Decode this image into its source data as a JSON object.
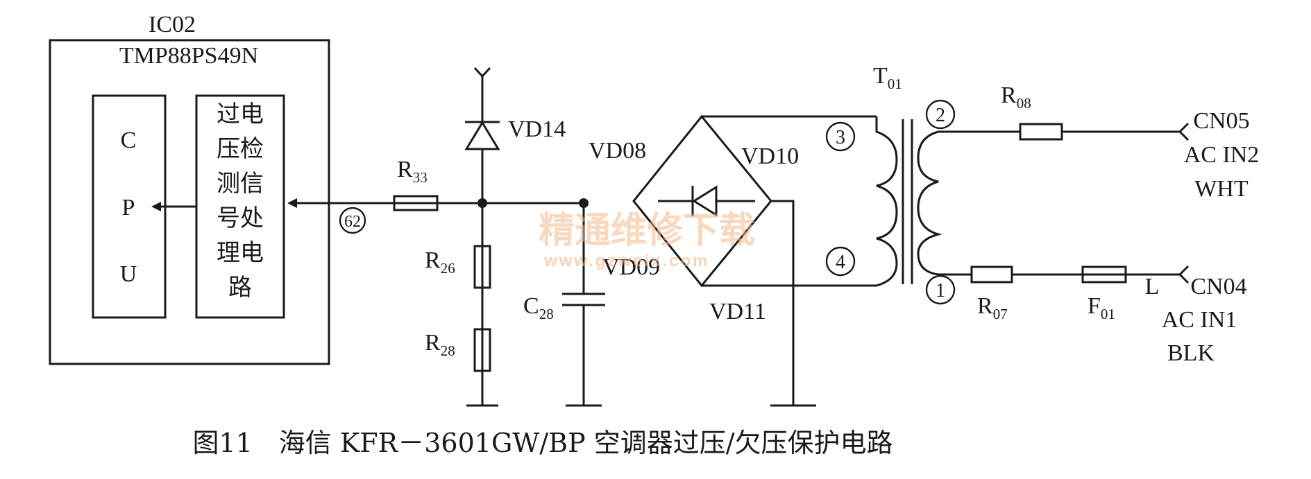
{
  "ic": {
    "ref": "IC02",
    "part": "TMP88PS49N",
    "cpu_letters": [
      "C",
      "P",
      "U"
    ],
    "detector_lines": [
      "过电",
      "压检",
      "测信",
      "号处",
      "理电",
      "路"
    ],
    "pin": "62"
  },
  "components": {
    "r33": {
      "main": "R",
      "sub": "33"
    },
    "r26": {
      "main": "R",
      "sub": "26"
    },
    "r28": {
      "main": "R",
      "sub": "28"
    },
    "c28": {
      "main": "C",
      "sub": "28"
    },
    "vd14": "VD14",
    "vd08": "VD08",
    "vd09": "VD09",
    "vd10": "VD10",
    "vd11": "VD11",
    "t01": {
      "main": "T",
      "sub": "01"
    },
    "r08": {
      "main": "R",
      "sub": "08"
    },
    "r07": {
      "main": "R",
      "sub": "07"
    },
    "f01": {
      "main": "F",
      "sub": "01"
    }
  },
  "pins": {
    "p1": "1",
    "p2": "2",
    "p3": "3",
    "p4": "4"
  },
  "connectors": {
    "cn05": [
      "CN05",
      "AC IN2",
      "WHT"
    ],
    "cn04_l": "L",
    "cn04": [
      "CN04",
      "AC IN1",
      "BLK"
    ]
  },
  "watermark": {
    "cn": "精通维修下载",
    "url": "www.gzweix.com"
  },
  "caption": "图11　海信 KFR－3601GW/BP 空调器过压/欠压保护电路"
}
